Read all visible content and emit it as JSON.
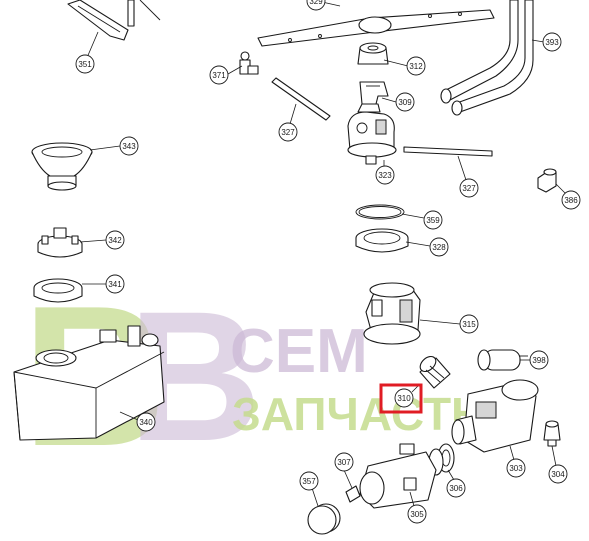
{
  "watermark": {
    "logo_letter": "В",
    "line1": "СЕМ",
    "line2": "ЗАПЧАСТЬ",
    "color_green": "#c5dc8e",
    "color_purple": "#cdbad6"
  },
  "highlight": {
    "callout": "310",
    "color": "#e01c24"
  },
  "callouts": [
    {
      "id": "351",
      "label": "351"
    },
    {
      "id": "329",
      "label": "329"
    },
    {
      "id": "393",
      "label": "393"
    },
    {
      "id": "312",
      "label": "312"
    },
    {
      "id": "371",
      "label": "371"
    },
    {
      "id": "309",
      "label": "309"
    },
    {
      "id": "327a",
      "label": "327"
    },
    {
      "id": "343",
      "label": "343"
    },
    {
      "id": "323",
      "label": "323"
    },
    {
      "id": "327b",
      "label": "327"
    },
    {
      "id": "386",
      "label": "386"
    },
    {
      "id": "359",
      "label": "359"
    },
    {
      "id": "342",
      "label": "342"
    },
    {
      "id": "328",
      "label": "328"
    },
    {
      "id": "341",
      "label": "341"
    },
    {
      "id": "315",
      "label": "315"
    },
    {
      "id": "398",
      "label": "398"
    },
    {
      "id": "340",
      "label": "340"
    },
    {
      "id": "310",
      "label": "310"
    },
    {
      "id": "303",
      "label": "303"
    },
    {
      "id": "304",
      "label": "304"
    },
    {
      "id": "307",
      "label": "307"
    },
    {
      "id": "306",
      "label": "306"
    },
    {
      "id": "357",
      "label": "357"
    },
    {
      "id": "305",
      "label": "305"
    }
  ]
}
